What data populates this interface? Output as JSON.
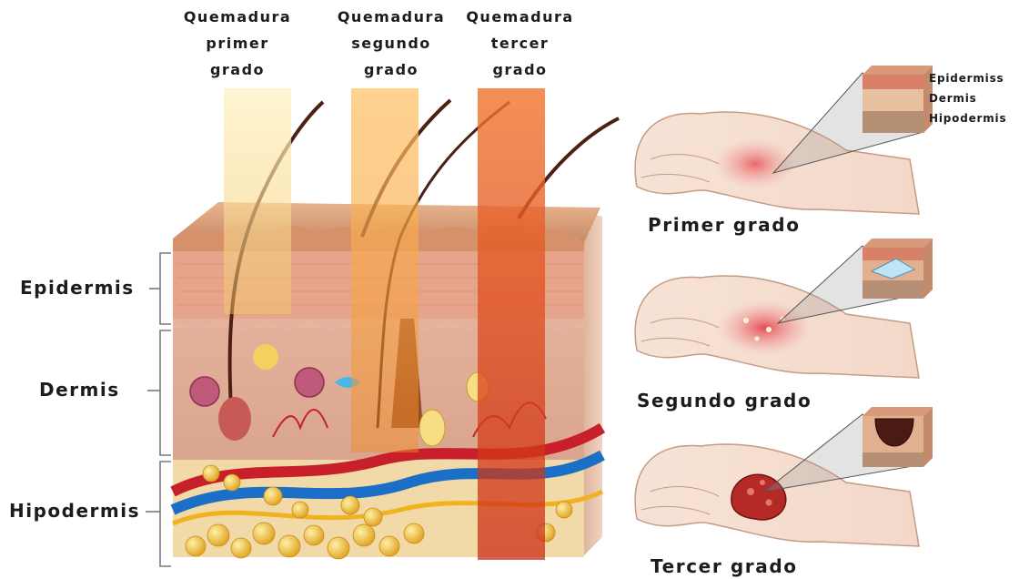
{
  "burn_columns": [
    {
      "title": "Quemadura\nprimer\ngrado",
      "color": "#f6c85f"
    },
    {
      "title": "Quemadura\nsegundo\ngrado",
      "color": "#f39a2e"
    },
    {
      "title": "Quemadura\ntercer\ngrado",
      "color": "#e2541d"
    }
  ],
  "layers": {
    "epidermis": "Epidermis",
    "dermis": "Dermis",
    "hipodermis": "Hipodermis"
  },
  "inset_labels": {
    "epidermis": "Epidermiss",
    "dermis": "Dermis",
    "hipodermis": "Hipodermis"
  },
  "degrees": {
    "first": "Primer grado",
    "second": "Segundo grado",
    "third": "Tercer grado"
  }
}
